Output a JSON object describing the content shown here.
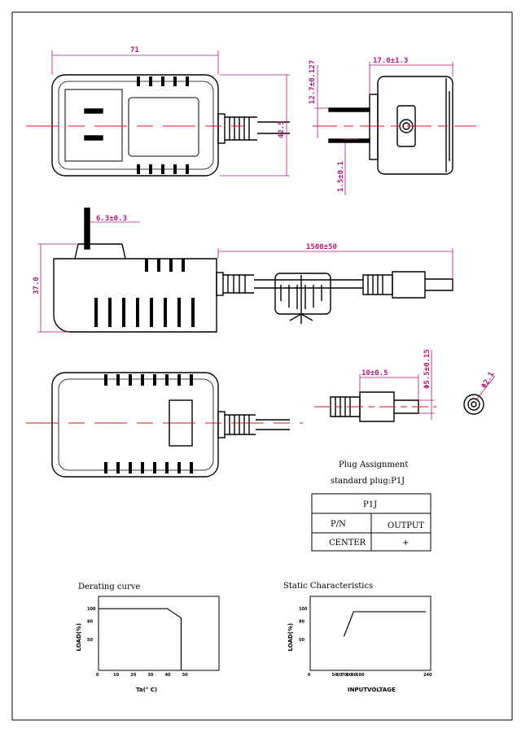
{
  "dimensions": {
    "width": "71",
    "height": "42.5",
    "depth": "17.0±1.3",
    "pin_length": "12.7±0.127",
    "pin_thickness": "1.5±0.1",
    "pin_width": "6.3±0.3",
    "total_height": "37.0",
    "cable_length": "1500±50",
    "plug_length": "10±0.5",
    "plug_od": "Φ5.5±0.15",
    "plug_id": "Φ2.1"
  },
  "plug_assignment": {
    "title": "Plug Assignment",
    "subtitle": "standard plug:P1J",
    "table_header": "P1J",
    "rows": [
      [
        "P/N",
        "OUTPUT"
      ],
      [
        "CENTER",
        "+"
      ]
    ]
  },
  "chart_data": [
    {
      "type": "line",
      "title": "Derating curve",
      "xlabel": "Ta(° C)",
      "ylabel": "LOAD(%)",
      "x_ticks": [
        "0",
        "10",
        "20",
        "30",
        "40",
        "50"
      ],
      "y_ticks": [
        "100",
        "80",
        "50"
      ],
      "xlim": [
        0,
        70
      ],
      "ylim": [
        0,
        120
      ],
      "x": [
        0,
        40,
        48,
        48
      ],
      "y": [
        100,
        100,
        85,
        0
      ]
    },
    {
      "type": "line",
      "title": "Static Characteristics",
      "xlabel": "INPUTVOLTAGE",
      "ylabel": "LOAD(%)",
      "x_ticks": [
        "0",
        "50",
        "60",
        "70",
        "80",
        "90",
        "100",
        "240"
      ],
      "y_ticks": [
        "100",
        "80",
        "50"
      ],
      "xlim": [
        0,
        250
      ],
      "ylim": [
        0,
        120
      ],
      "x": [
        70,
        90,
        240
      ],
      "y": [
        55,
        95,
        95
      ]
    }
  ]
}
